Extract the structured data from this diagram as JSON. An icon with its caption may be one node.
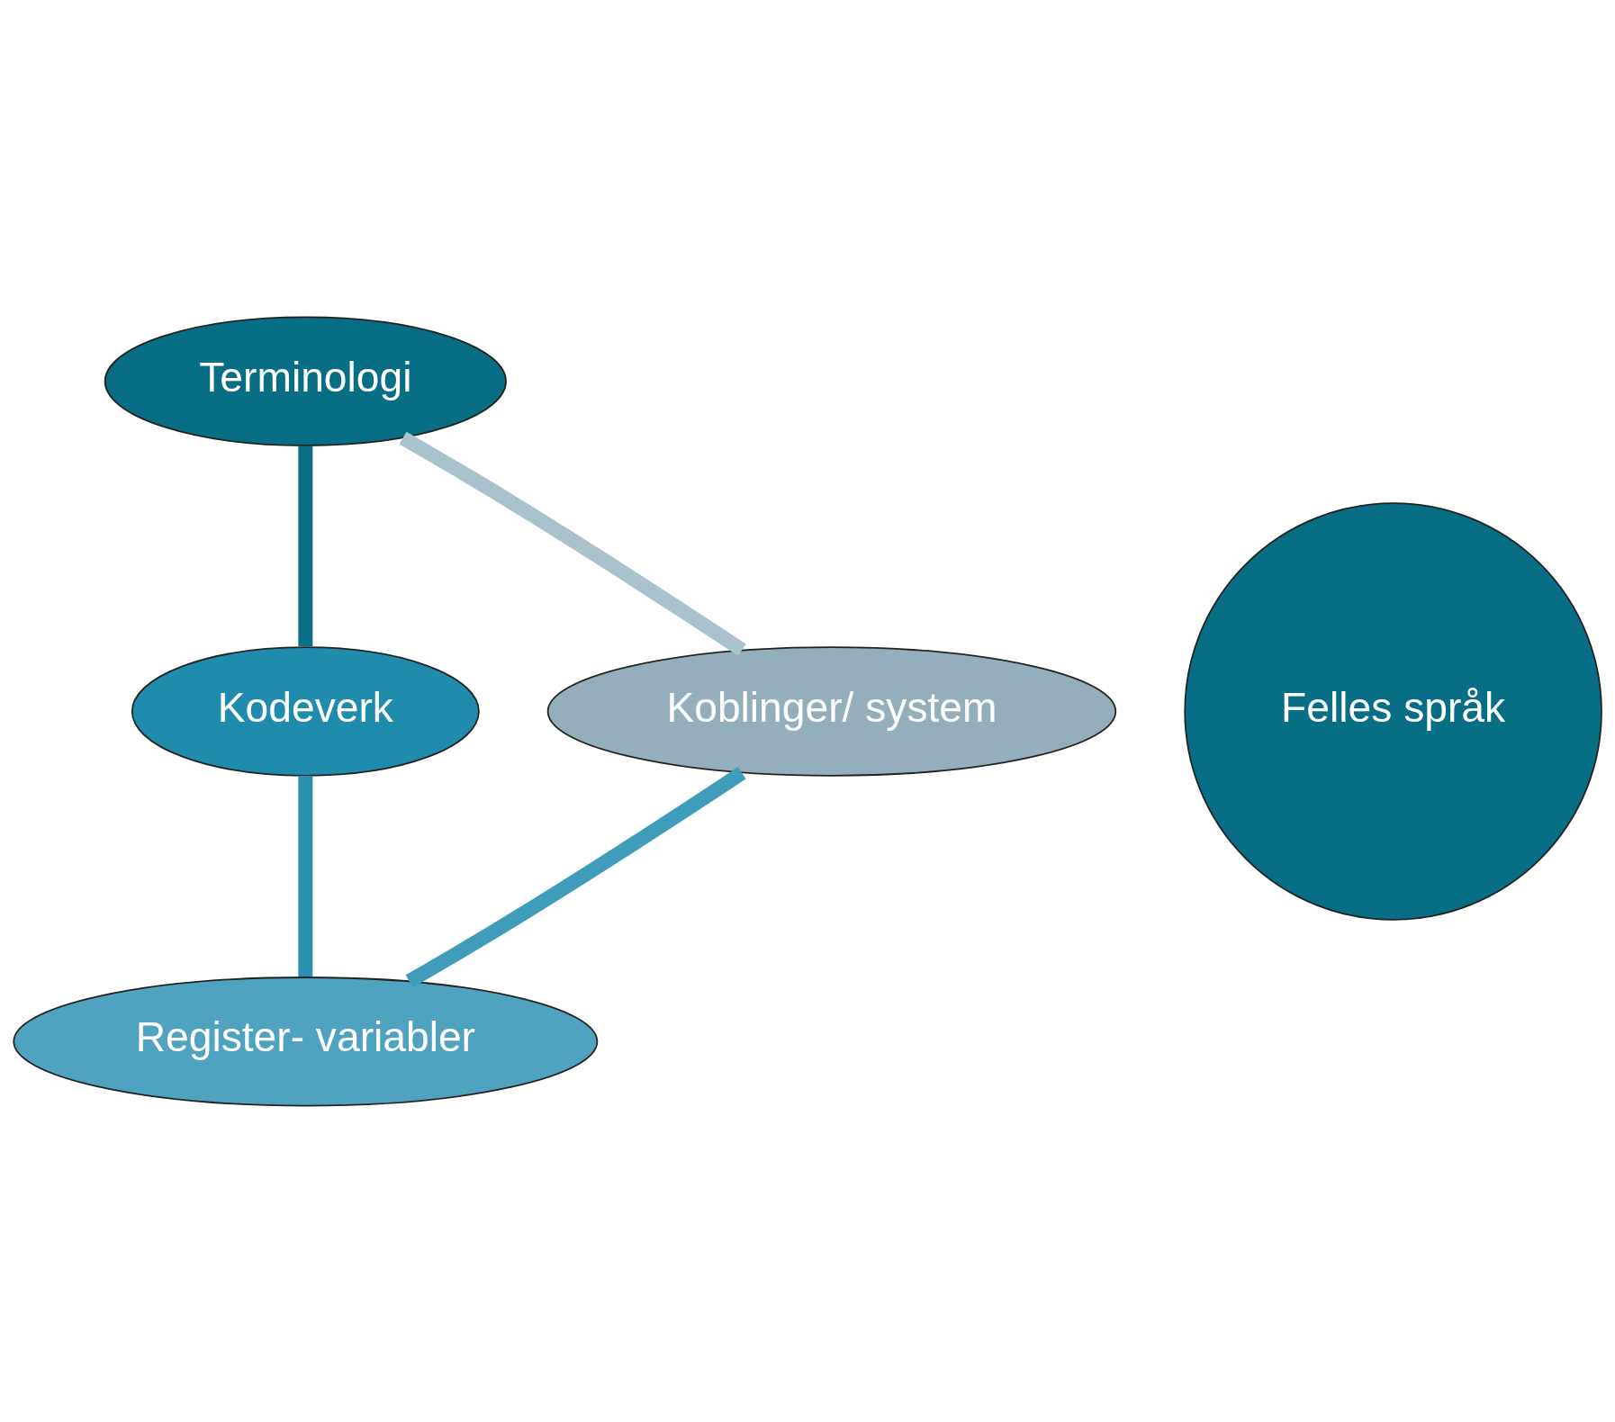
{
  "diagram": {
    "nodes": [
      {
        "text": [
          "Terminologi"
        ]
      },
      {
        "text": [
          "Koblinger/ system"
        ]
      },
      {
        "text": [
          "Felles språk"
        ]
      },
      {
        "text": [
          "Kodeverk"
        ]
      },
      {
        "text": [
          "Register- variabler"
        ]
      }
    ],
    "edges": [
      {
        "from": 0,
        "to": 3,
        "arrow": "none",
        "color": "#0b6f86"
      },
      {
        "from": 3,
        "to": 4,
        "arrow": "none",
        "color": "#2b8fae"
      },
      {
        "from": 4,
        "to": 1,
        "arrow": "none",
        "color": "#3f9dbb"
      },
      {
        "from": 1,
        "to": 0,
        "arrow": "none",
        "color": "#a9c2cc"
      }
    ]
  }
}
